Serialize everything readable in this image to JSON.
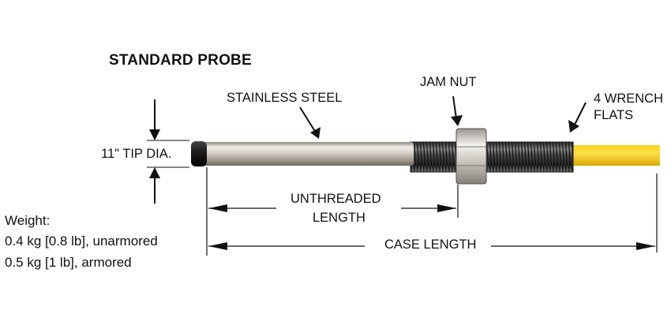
{
  "title": "STANDARD PROBE",
  "labels": {
    "stainless_steel": "STAINLESS STEEL",
    "jam_nut": "JAM NUT",
    "wrench_flats_line1": "4 WRENCH",
    "wrench_flats_line2": "FLATS",
    "tip_dia": "11\" TIP DIA.",
    "unthreaded_line1": "UNTHREADED",
    "unthreaded_line2": "LENGTH",
    "case_length": "CASE LENGTH"
  },
  "weight": {
    "heading": "Weight:",
    "unarmored": "0.4 kg [0.8 lb], unarmored",
    "armored": "0.5 kg [1 lb], armored"
  },
  "colors": {
    "cable": "#f5c400",
    "steel": "#c9c2b6",
    "thread": "#3a3a3a",
    "ink": "#111111"
  }
}
